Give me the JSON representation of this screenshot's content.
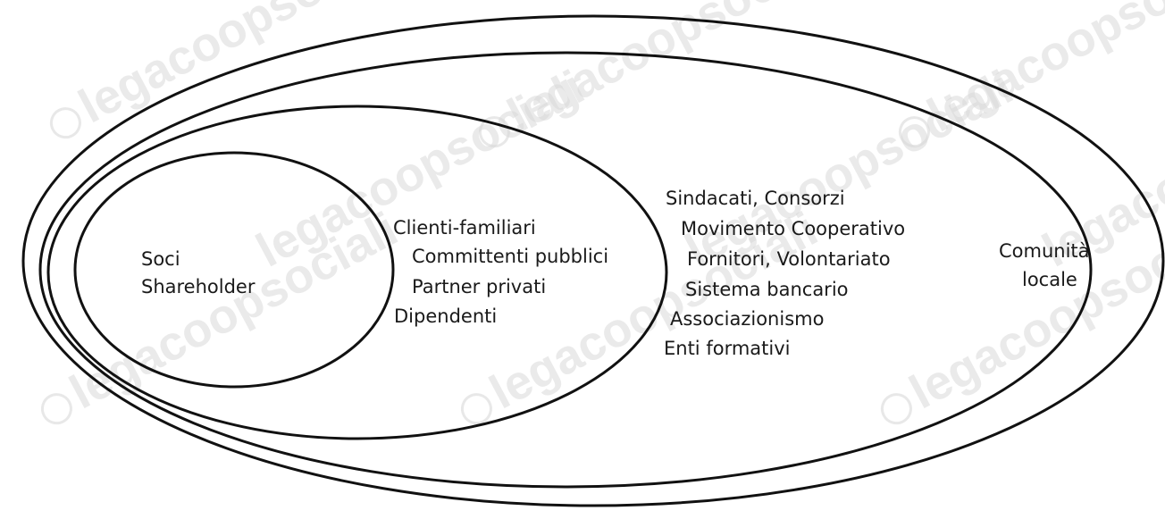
{
  "rings": [
    {
      "name": "soci",
      "lines": [
        "Soci",
        "Shareholder"
      ]
    },
    {
      "name": "primary",
      "lines": [
        "Clienti-familiari",
        "Committenti pubblici",
        "Partner privati",
        "Dipendenti"
      ]
    },
    {
      "name": "secondary",
      "lines": [
        "Sindacati, Consorzi",
        "Movimento Cooperativo",
        "Fornitori, Volontariato",
        "Sistema bancario",
        "Associazionismo",
        "Enti formativi"
      ]
    },
    {
      "name": "community",
      "lines": [
        "Comunità",
        "locale"
      ]
    }
  ],
  "watermark": {
    "text": "legacoopsociali",
    "color": "#d9d9d9"
  }
}
